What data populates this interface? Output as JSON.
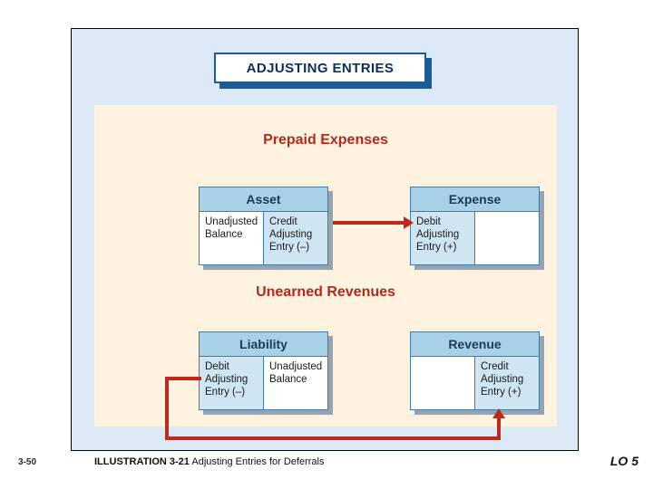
{
  "slide": {
    "title": "ADJUSTING ENTRIES",
    "sections": {
      "prepaid": "Prepaid Expenses",
      "unearned": "Unearned Revenues"
    },
    "accents": {
      "banner_blue": "#1c5c96",
      "heading_red": "#b02a1d",
      "arrow_red": "#c1271d",
      "box_header_blue": "#a8d0e6",
      "panel_cream": "#fdf3e0",
      "slide_blue": "#dce9f7"
    }
  },
  "accounts": [
    {
      "key": "asset",
      "header": "Asset",
      "left": "Unadjusted Balance",
      "right": "Credit Adjusting Entry (–)",
      "shaded_side": "right"
    },
    {
      "key": "expense",
      "header": "Expense",
      "left": "Debit Adjusting Entry (+)",
      "right": "",
      "shaded_side": "left"
    },
    {
      "key": "liability",
      "header": "Liability",
      "left": "Debit Adjusting Entry (–)",
      "right": "Unadjusted Balance",
      "shaded_side": "left"
    },
    {
      "key": "revenue",
      "header": "Revenue",
      "left": "",
      "right": "Credit Adjusting Entry (+)",
      "shaded_side": "right"
    }
  ],
  "footer": {
    "page": "3-50",
    "illustration_label": "ILLUSTRATION 3-21",
    "illustration_caption": "Adjusting Entries for Deferrals",
    "learning_objective": "LO 5"
  }
}
